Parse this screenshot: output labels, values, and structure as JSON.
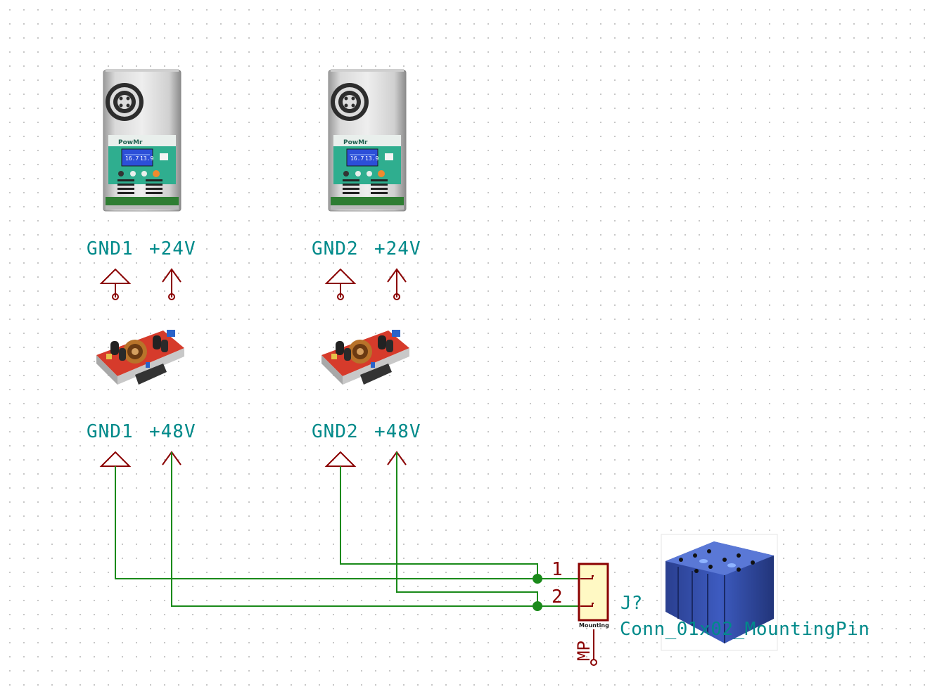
{
  "colors": {
    "net_label": "#008a8a",
    "symbol": "#8a0000",
    "wire": "#1a8a1a",
    "connector_fill": "#fff9c4"
  },
  "charge_controllers": [
    {
      "brand": "PowMr",
      "display_left": "16.7",
      "display_right": "13.9"
    },
    {
      "brand": "PowMr",
      "display_left": "16.7",
      "display_right": "13.9"
    }
  ],
  "power_ports_top": [
    {
      "gnd": "GND1",
      "vplus": "+24V"
    },
    {
      "gnd": "GND2",
      "vplus": "+24V"
    }
  ],
  "power_ports_bottom": [
    {
      "gnd": "GND1",
      "vplus": "+48V"
    },
    {
      "gnd": "GND2",
      "vplus": "+48V"
    }
  ],
  "connector": {
    "ref": "J?",
    "value": "Conn_01x02_MountingPin",
    "pin1": "1",
    "pin2": "2",
    "mounting_label": "Mounting",
    "mp_label": "MP"
  },
  "images": [
    "charge-controller-photo",
    "boost-converter-photo",
    "battery-pack-photo"
  ]
}
